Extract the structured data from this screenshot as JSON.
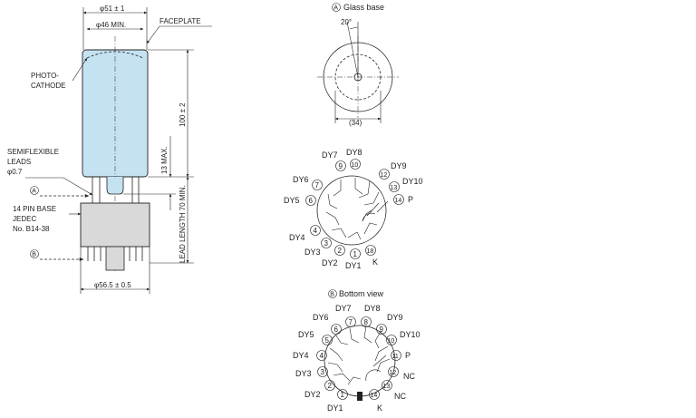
{
  "tube": {
    "dia_top": "φ51 ± 1",
    "dia_min": "φ46 MIN.",
    "faceplate": "FACEPLATE",
    "photocathode_1": "PHOTO-",
    "photocathode_2": "CATHODE",
    "length": "100 ± 2",
    "max13": "13 MAX.",
    "lead_length": "LEAD LENGTH 70 MIN.",
    "semiflex_1": "SEMIFLEXIBLE",
    "semiflex_2": "LEADS",
    "semiflex_3": "φ0.7",
    "marker_a": "A",
    "marker_b": "B",
    "base_1": "14 PIN BASE",
    "base_2": "JEDEC",
    "base_3": "No. B14-38",
    "dia_base": "φ56.5 ± 0.5",
    "colors": {
      "tube_fill": "#c5e2f2",
      "base_fill": "#d9d9d9"
    }
  },
  "glass_base": {
    "marker": "A",
    "title": "Glass base",
    "angle": "20°",
    "dim": "(34)"
  },
  "glass_pins": {
    "labels": [
      "DY7",
      "DY8",
      "DY9",
      "DY10",
      "P",
      "DY6",
      "DY5",
      "DY4",
      "DY3",
      "DY2",
      "DY1",
      "K"
    ],
    "numbers": [
      "1",
      "2",
      "3",
      "4",
      "6",
      "7",
      "9",
      "10",
      "12",
      "13",
      "14",
      "18"
    ]
  },
  "bottom_view": {
    "marker": "B",
    "title": "Bottom view",
    "labels": [
      "DY7",
      "DY8",
      "DY6",
      "DY9",
      "DY5",
      "DY10",
      "P",
      "DY4",
      "DY3",
      "NC",
      "DY2",
      "NC",
      "DY1",
      "K"
    ],
    "numbers": [
      "1",
      "2",
      "3",
      "4",
      "5",
      "6",
      "7",
      "8",
      "9",
      "10",
      "11",
      "12",
      "13",
      "14"
    ]
  }
}
